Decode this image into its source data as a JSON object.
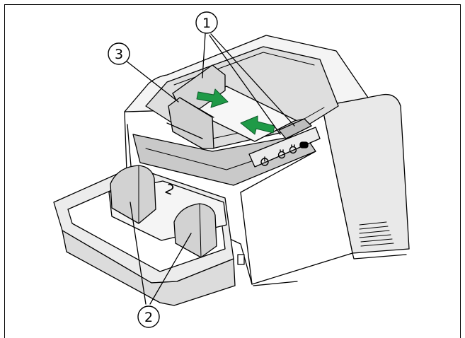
{
  "callouts": {
    "c1": {
      "label": "1"
    },
    "c2": {
      "label": "2"
    },
    "c3": {
      "label": "3"
    }
  },
  "tray_label": "2",
  "colors": {
    "outline": "#000000",
    "body": "#ffffff",
    "shade_light": "#e6e6e6",
    "shade_mid": "#cfcfcf",
    "shade_dark": "#b5b5b5",
    "arrow_green": "#1f9a47"
  },
  "icons": [
    "power-icon",
    "mode-icon-a",
    "mode-icon-b",
    "stop-icon"
  ]
}
